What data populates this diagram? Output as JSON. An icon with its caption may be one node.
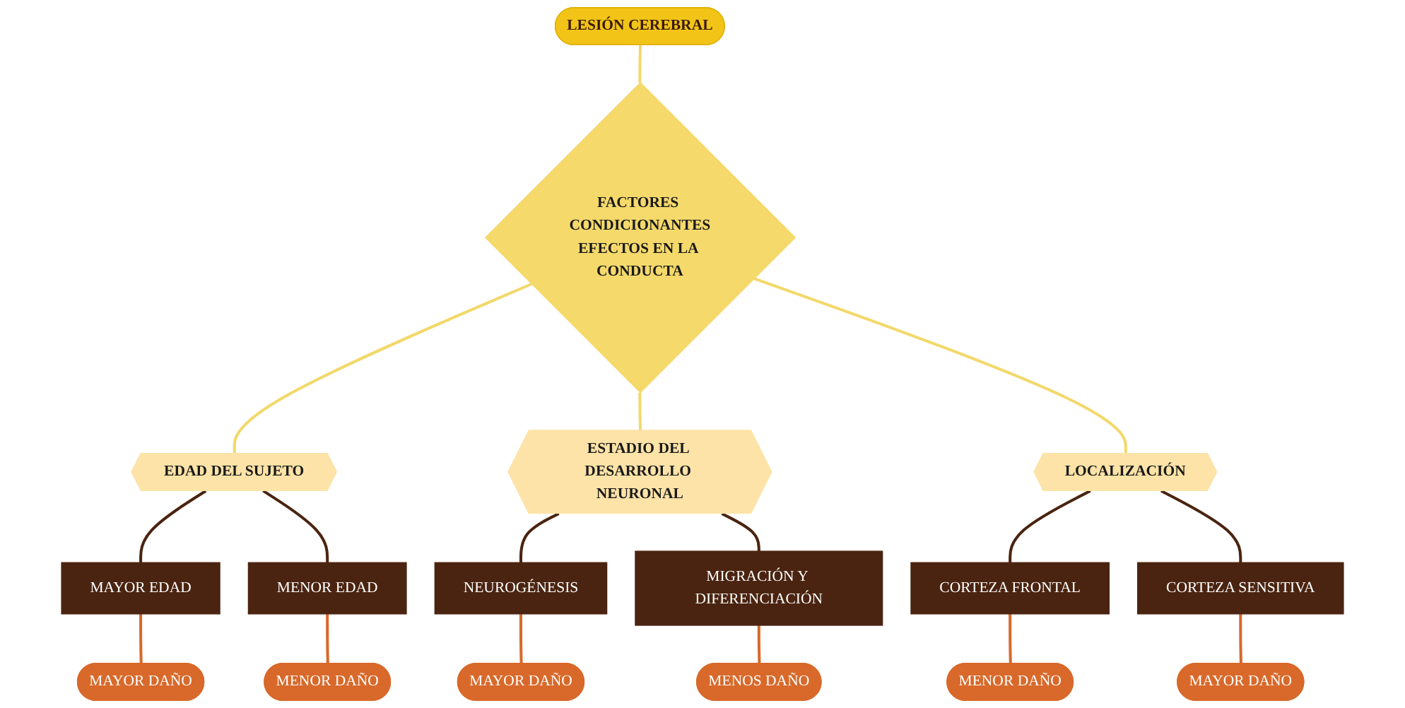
{
  "diagram": {
    "nodes": [
      {
        "text": [
          "LESIÓN CEREBRAL"
        ]
      },
      {
        "text": [
          "FACTORES CONDICIONANTES",
          "EFECTOS EN LA CONDUCTA"
        ]
      },
      {
        "text": [
          "EDAD DEL SUJETO"
        ]
      },
      {
        "text": [
          "MAYOR EDAD"
        ]
      },
      {
        "text": [
          "MAYOR DAÑO"
        ]
      },
      {
        "text": [
          "MENOR EDAD"
        ]
      },
      {
        "text": [
          "MENOR DAÑO"
        ]
      },
      {
        "text": [
          "ESTADIO DEL DESARROLLO NEURONAL"
        ]
      },
      {
        "text": [
          "NEUROGÉNESIS"
        ]
      },
      {
        "text": [
          "MAYOR DAÑO"
        ]
      },
      {
        "text": [
          "MIGRACIÓN Y DIFERENCIACIÓN"
        ]
      },
      {
        "text": [
          "MENOS DAÑO"
        ]
      },
      {
        "text": [
          "LOCALIZACIÓN"
        ]
      },
      {
        "text": [
          "CORTEZA FRONTAL"
        ]
      },
      {
        "text": [
          "MENOR DAÑO"
        ]
      },
      {
        "text": [
          "CORTEZA SENSITIVA"
        ]
      },
      {
        "text": [
          "MAYOR DAÑO"
        ]
      }
    ],
    "edges": [
      {
        "from": 0,
        "to": 1,
        "arrow": "none",
        "color": "#f3d86a"
      },
      {
        "from": 1,
        "to": 2,
        "arrow": "none",
        "color": "#f3d86a"
      },
      {
        "from": 2,
        "to": 3,
        "arrow": "none",
        "color": "#4a2410"
      },
      {
        "from": 3,
        "to": 4,
        "arrow": "none",
        "color": "#d8692a"
      },
      {
        "from": 2,
        "to": 5,
        "arrow": "none",
        "color": "#4a2410"
      },
      {
        "from": 5,
        "to": 6,
        "arrow": "none",
        "color": "#d8692a"
      },
      {
        "from": 1,
        "to": 7,
        "arrow": "none",
        "color": "#f3d86a"
      },
      {
        "from": 7,
        "to": 8,
        "arrow": "none",
        "color": "#4a2410"
      },
      {
        "from": 8,
        "to": 9,
        "arrow": "none",
        "color": "#d8692a"
      },
      {
        "from": 7,
        "to": 10,
        "arrow": "none",
        "color": "#4a2410"
      },
      {
        "from": 10,
        "to": 11,
        "arrow": "none",
        "color": "#d8692a"
      },
      {
        "from": 1,
        "to": 12,
        "arrow": "none",
        "color": "#f3d86a"
      },
      {
        "from": 12,
        "to": 13,
        "arrow": "none",
        "color": "#4a2410"
      },
      {
        "from": 13,
        "to": 14,
        "arrow": "none",
        "color": "#d8692a"
      },
      {
        "from": 12,
        "to": 15,
        "arrow": "none",
        "color": "#4a2410"
      },
      {
        "from": 15,
        "to": 16,
        "arrow": "none",
        "color": "#d8692a"
      }
    ]
  }
}
